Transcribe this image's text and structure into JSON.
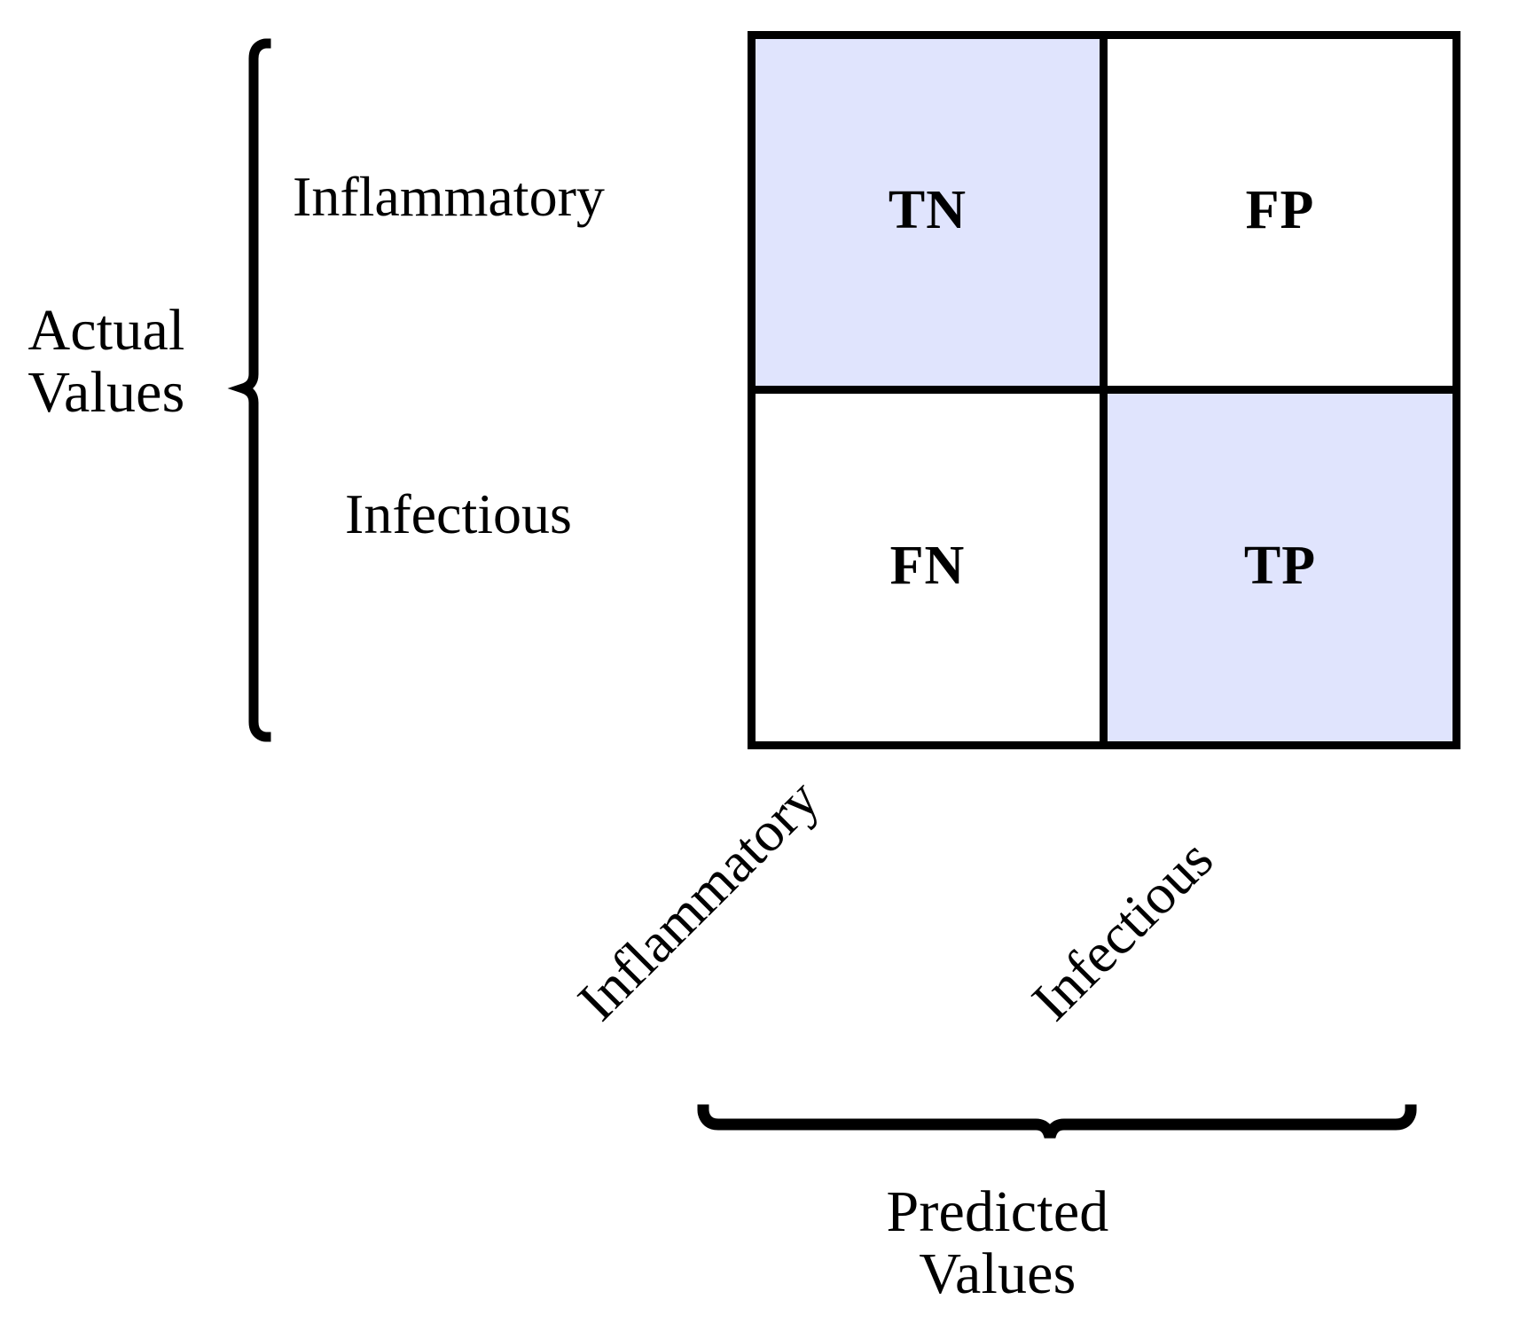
{
  "figure": {
    "type": "confusion-matrix-diagram",
    "background_color": "#ffffff",
    "line_color": "#000000",
    "highlight_color": "#e0e4fd"
  },
  "axes": {
    "rows": {
      "group_label": "Actual\nValues",
      "group_label_line1": "Actual",
      "group_label_line2": "Values",
      "categories": [
        "Inflammatory",
        "Infectious"
      ],
      "brace": "left-curly-brace"
    },
    "columns": {
      "group_label": "Predicted\nValues",
      "group_label_line1": "Predicted",
      "group_label_line2": "Values",
      "categories": [
        "Inflammatory",
        "Infectious"
      ],
      "brace": "bottom-curly-brace",
      "label_rotation_degrees": -45
    }
  },
  "matrix": {
    "cells": [
      {
        "id": "cell-0-0",
        "label": "TN",
        "name": "true-negative",
        "row": "Inflammatory",
        "column": "Inflammatory",
        "shaded": true
      },
      {
        "id": "cell-0-1",
        "label": "FP",
        "name": "false-positive",
        "row": "Inflammatory",
        "column": "Infectious",
        "shaded": false
      },
      {
        "id": "cell-1-0",
        "label": "FN",
        "name": "false-negative",
        "row": "Infectious",
        "column": "Inflammatory",
        "shaded": false
      },
      {
        "id": "cell-1-1",
        "label": "TP",
        "name": "true-positive",
        "row": "Infectious",
        "column": "Infectious",
        "shaded": true
      }
    ]
  },
  "chart_data": {
    "type": "table",
    "title": "",
    "xlabel": "Predicted Values",
    "ylabel": "Actual Values",
    "categories": [
      "Inflammatory",
      "Infectious"
    ],
    "row_headers": [
      "Inflammatory",
      "Infectious"
    ],
    "column_headers": [
      "Inflammatory",
      "Infectious"
    ],
    "values": [
      [
        "TN",
        "FP"
      ],
      [
        "FN",
        "TP"
      ]
    ],
    "highlighted_cells": [
      [
        0,
        0
      ],
      [
        1,
        1
      ]
    ],
    "highlight_color": "#e0e4fd",
    "grid": true,
    "legend": "none"
  }
}
